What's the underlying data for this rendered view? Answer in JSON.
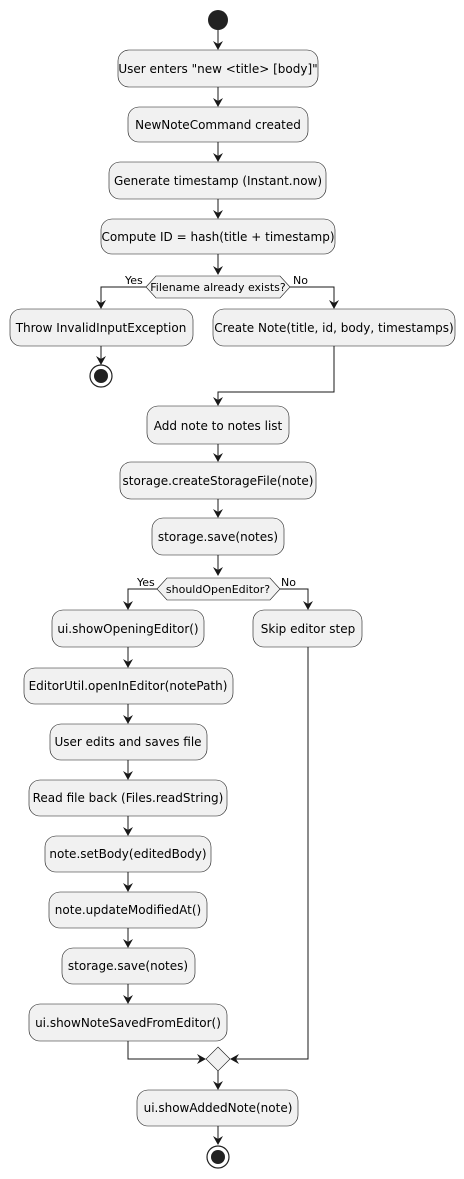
{
  "steps": {
    "user_enters": "User enters \"new <title> [body]\"",
    "new_note_command": "NewNoteCommand created",
    "generate_timestamp": "Generate timestamp (Instant.now)",
    "compute_id": "Compute ID = hash(title + timestamp)",
    "throw_invalid": "Throw InvalidInputException",
    "create_note": "Create Note(title, id, body, timestamps)",
    "add_note": "Add note to notes list",
    "create_storage_file": "storage.createStorageFile(note)",
    "storage_save_1": "storage.save(notes)",
    "show_opening_editor": "ui.showOpeningEditor()",
    "skip_editor": "Skip editor step",
    "open_in_editor": "EditorUtil.openInEditor(notePath)",
    "user_edits": "User edits and saves file",
    "read_file_back": "Read file back (Files.readString)",
    "set_body": "note.setBody(editedBody)",
    "update_modified": "note.updateModifiedAt()",
    "storage_save_2": "storage.save(notes)",
    "show_note_saved": "ui.showNoteSavedFromEditor()",
    "show_added_note": "ui.showAddedNote(note)"
  },
  "decisions": {
    "filename_exists": "Filename already exists?",
    "should_open_editor": "shouldOpenEditor?"
  },
  "branch_labels": {
    "yes": "Yes",
    "no": "No"
  }
}
